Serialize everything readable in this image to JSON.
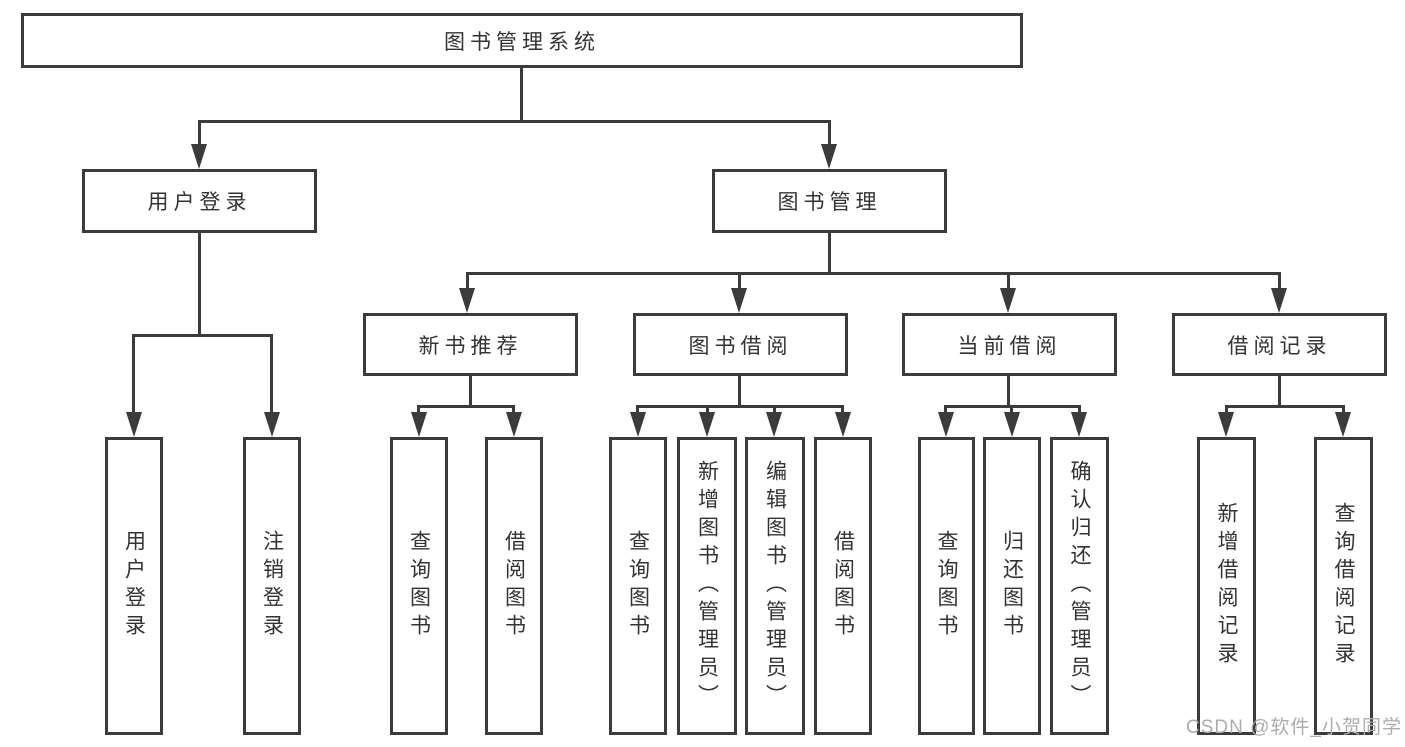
{
  "diagram": {
    "title": "图书管理系统",
    "root": {
      "label": "图书管理系统"
    },
    "branches": [
      {
        "label": "用户登录",
        "children": [
          "用户登录",
          "注销登录"
        ]
      },
      {
        "label": "图书管理",
        "children": [
          {
            "label": "新书推荐",
            "children": [
              "查询图书",
              "借阅图书"
            ]
          },
          {
            "label": "图书借阅",
            "children": [
              "查询图书",
              "新增图书（管理员）",
              "编辑图书（管理员）",
              "借阅图书"
            ]
          },
          {
            "label": "当前借阅",
            "children": [
              "查询图书",
              "归还图书",
              "确认归还（管理员）"
            ]
          },
          {
            "label": "借阅记录",
            "children": [
              "新增借阅记录",
              "查询借阅记录"
            ]
          }
        ]
      }
    ]
  },
  "watermark": {
    "text": "CSDN @软件_小贺同学"
  },
  "colors": {
    "line": "#3b3b3b",
    "text": "#333333",
    "watermark": "#adadad",
    "background": "#ffffff"
  }
}
